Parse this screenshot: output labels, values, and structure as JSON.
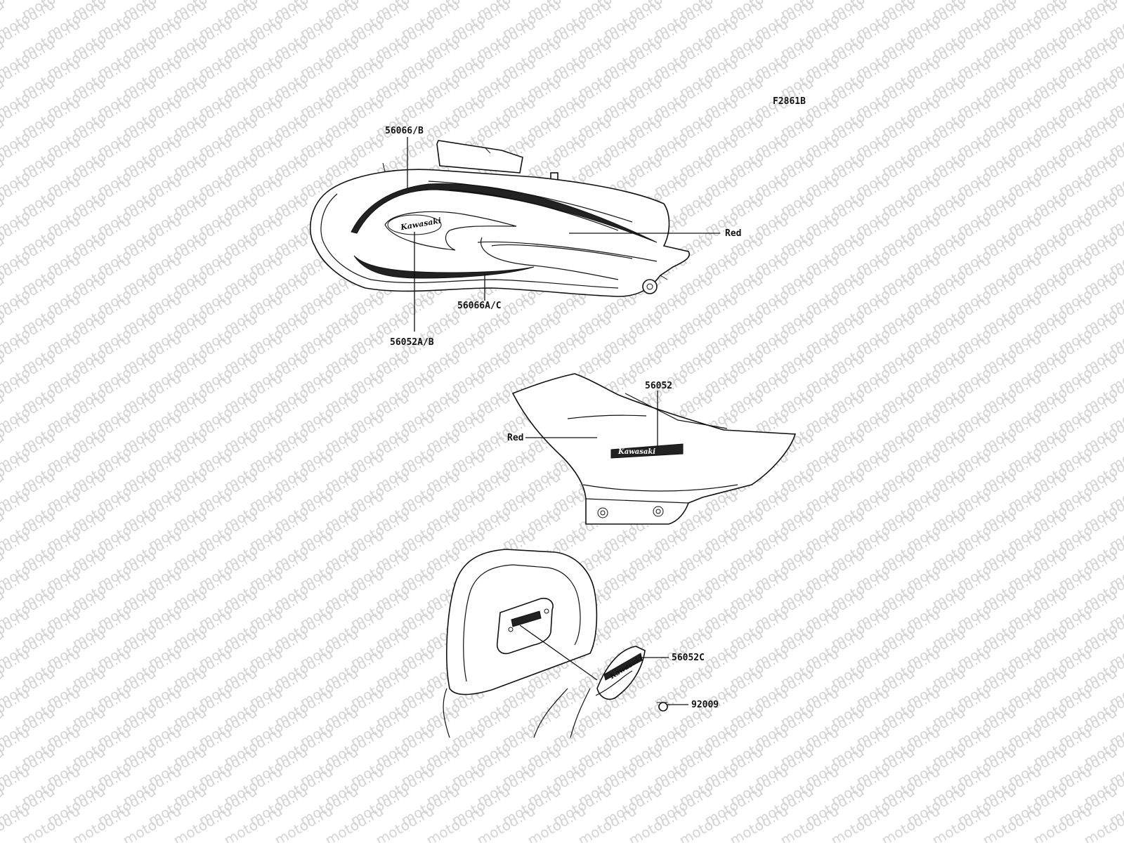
{
  "drawing_id": "F2861B",
  "watermark": "motod.ru",
  "emblem_lettering": "Kawasaki",
  "callouts": {
    "tank_stripe": "56066/B",
    "tank_color": "Red",
    "tank_lower_stripe": "56066A/C",
    "tank_emblem": "56052A/B",
    "cover_emblem": "56052",
    "cover_color": "Red",
    "backrest_emblem": "56052C",
    "screw": "92009"
  }
}
